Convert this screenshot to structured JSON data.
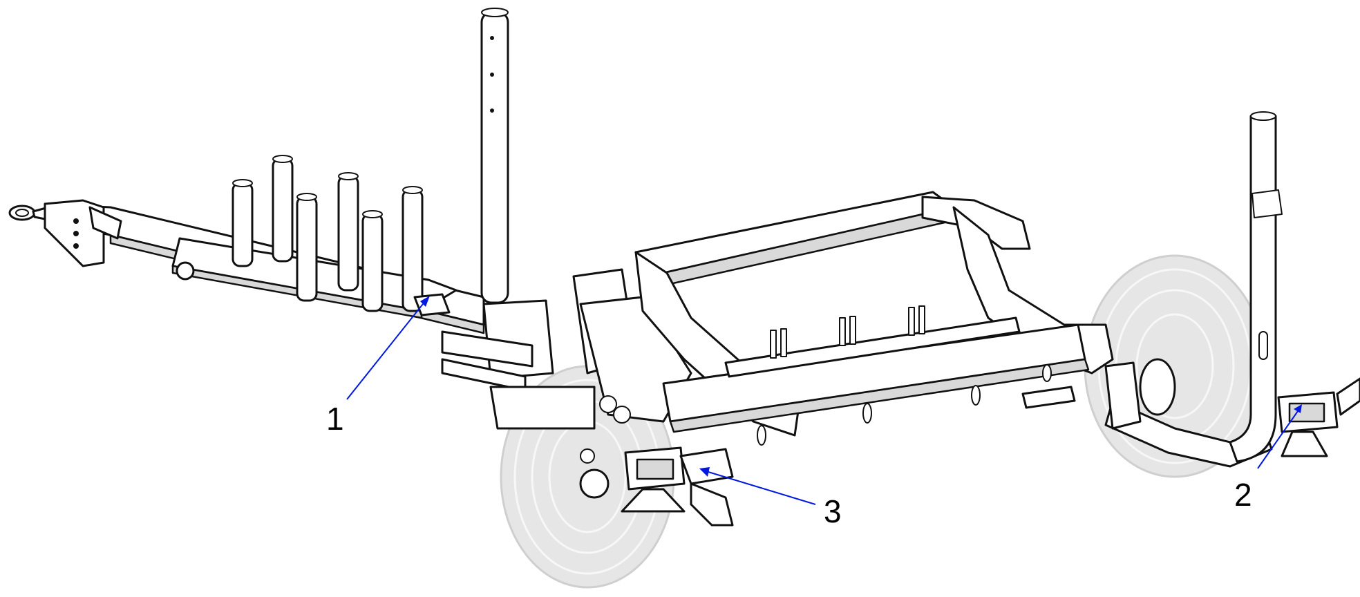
{
  "callouts": [
    {
      "id": "1",
      "label": "1"
    },
    {
      "id": "2",
      "label": "2"
    },
    {
      "id": "3",
      "label": "3"
    }
  ],
  "colors": {
    "leader": "#0018e0",
    "ink": "#111111",
    "shade": "#d9d9d9",
    "tire": "#e6e6e6"
  }
}
